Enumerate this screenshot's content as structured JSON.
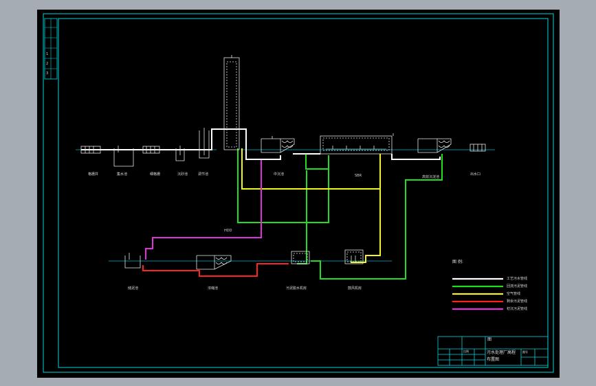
{
  "labels": {
    "grit_well": "格栅井",
    "sump": "集水池",
    "fine_screen": "细格栅",
    "grit": "沉砂池",
    "ph_tank": "调节池",
    "primary": "中沉池",
    "sbr": "SBR",
    "secondary": "高效沉淀池",
    "outlet": "出水口",
    "pipe_label": "HDD",
    "sludge_tank": "储泥池",
    "thickener": "浓缩池",
    "dewatering": "污泥脱水机房",
    "blower": "鼓风机房"
  },
  "legend": {
    "title": "图  例:",
    "items": [
      {
        "label": "工艺污水管线",
        "color": "#ffffff"
      },
      {
        "label": "回流污泥管线",
        "color": "#22dd22"
      },
      {
        "label": "空气管线",
        "color": "#f4f422"
      },
      {
        "label": "剩余污泥管线",
        "color": "#ff2222"
      },
      {
        "label": "初沉污泥管线",
        "color": "#e030e0"
      }
    ]
  },
  "title_block": {
    "drawing_title": "污水处理厂高程",
    "drawing_subtitle": "布置图",
    "mark": "图",
    "scale_label": "比例",
    "sheet_label": "图号"
  },
  "side_strip": [
    "1",
    "2",
    "3"
  ],
  "colors": {
    "frame": "#00d8e0",
    "background": "#000000",
    "equipment": "#ffffff"
  }
}
